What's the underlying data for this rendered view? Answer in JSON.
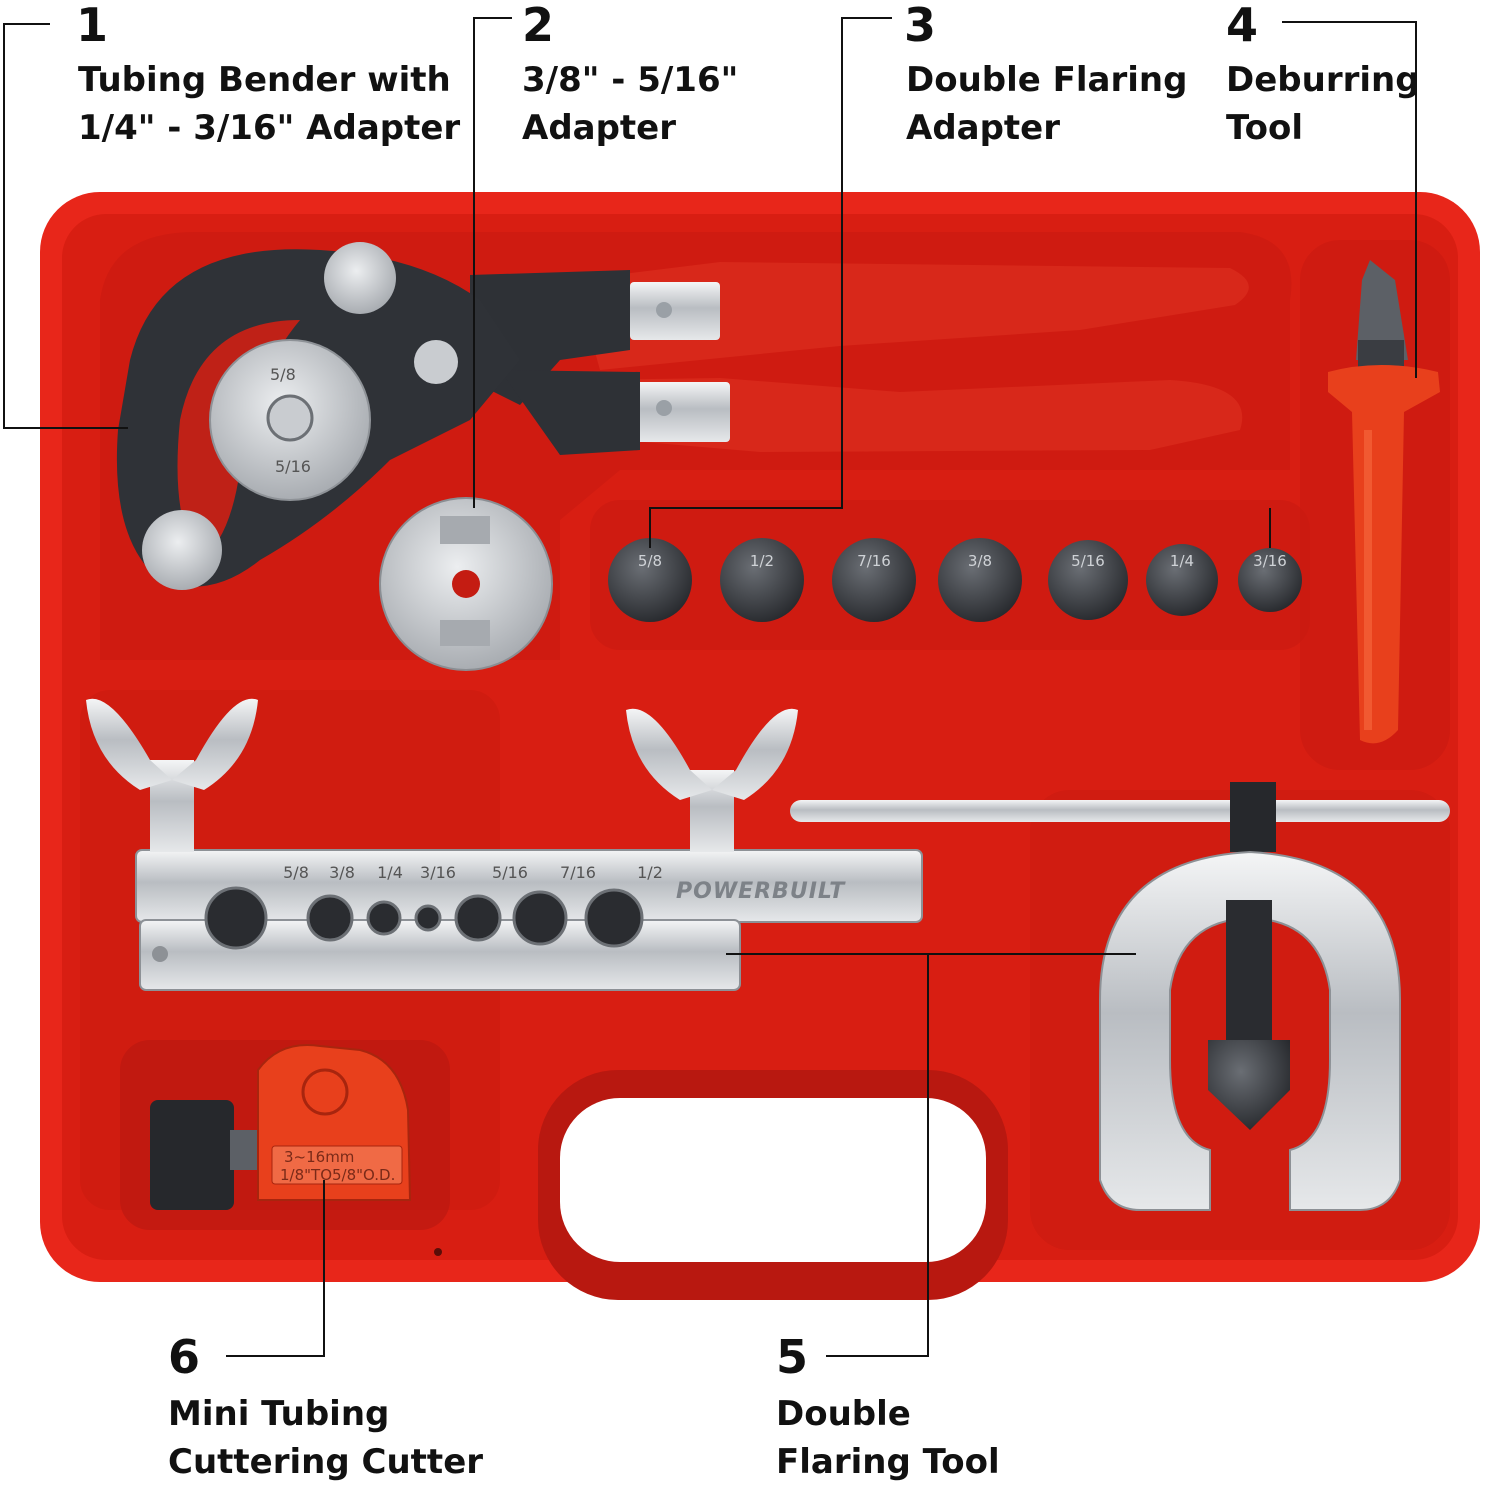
{
  "callouts": [
    {
      "number": "1",
      "lines": [
        "Tubing Bender with",
        "1/4\" - 3/16\" Adapter"
      ]
    },
    {
      "number": "2",
      "lines": [
        "3/8\" - 5/16\"",
        "Adapter"
      ]
    },
    {
      "number": "3",
      "lines": [
        "Double Flaring",
        "Adapter"
      ]
    },
    {
      "number": "4",
      "lines": [
        "Deburring",
        "Tool"
      ]
    },
    {
      "number": "5",
      "lines": [
        "Double",
        "Flaring Tool"
      ]
    },
    {
      "number": "6",
      "lines": [
        "Mini Tubing",
        "Cuttering Cutter"
      ]
    }
  ],
  "adapter_sizes": [
    "5/8",
    "1/2",
    "7/16",
    "3/8",
    "5/16",
    "1/4",
    "3/16"
  ],
  "flaring_bar_sizes": [
    "5/8",
    "3/8",
    "1/4",
    "3/16",
    "5/16",
    "7/16",
    "1/2"
  ],
  "brand": "POWERBUILT",
  "cutter_stamp": [
    "3~16mm",
    "1/8\"TO5/8\"O.D."
  ],
  "colors": {
    "case_red": "#e8261a",
    "case_shadow": "#b81810",
    "handle_red": "#d8281a",
    "metal": "#c9ccd0",
    "dark_metal": "#3a3d42",
    "text": "#111111"
  }
}
